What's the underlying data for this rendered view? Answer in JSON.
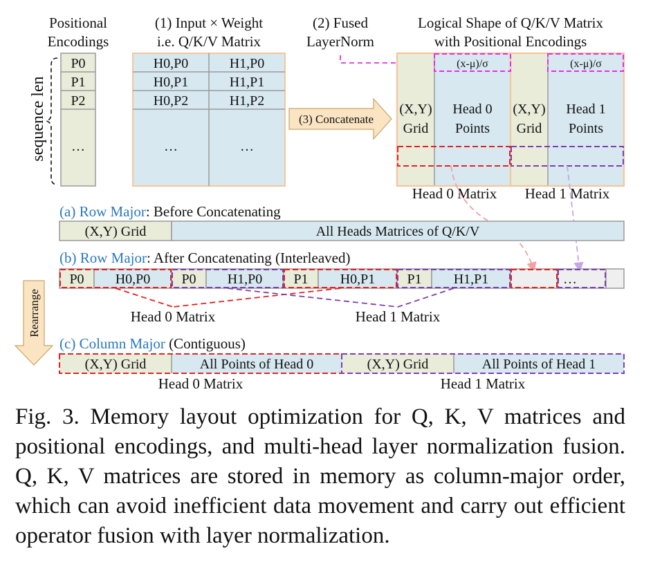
{
  "colors": {
    "blue_fill": "#d7e8f0",
    "beige_fill": "#e8ecd9",
    "orange_border": "#f3c79b",
    "gray_border": "#9a9a9a",
    "red_dash": "#e32222",
    "purple_dash": "#7c3fb1",
    "magenta_dash": "#e62ee6",
    "blue_text": "#2a78c0",
    "arrow_fill": "#fbe4c2"
  },
  "top": {
    "pos_enc_title": [
      "Positional",
      "Encodings"
    ],
    "seq_len_label": "sequence len",
    "pos_rows": [
      "P0",
      "P1",
      "P2",
      "…"
    ],
    "input_title": [
      "(1) Input × Weight",
      "i.e. Q/K/V Matrix"
    ],
    "input_rows": [
      [
        "H0,P0",
        "H1,P0"
      ],
      [
        "H0,P1",
        "H1,P1"
      ],
      [
        "H0,P2",
        "H1,P2"
      ],
      [
        "…",
        "…"
      ]
    ],
    "fused_title": [
      "(2) Fused",
      "LayerNorm"
    ],
    "concat_label": "(3) Concatenate",
    "logical_title": [
      "Logical Shape of Q/K/V Matrix",
      "with Positional Encodings"
    ],
    "norm_label": "(x-μ)/σ",
    "grid_label": [
      "(X,Y)",
      "Grid"
    ],
    "head0_points": [
      "Head 0",
      "Points"
    ],
    "head1_points": [
      "Head 1",
      "Points"
    ],
    "head0_matrix": "Head 0 Matrix",
    "head1_matrix": "Head 1 Matrix"
  },
  "section_a": {
    "tag": "(a)",
    "blue": "Row Major",
    "rest": ": Before Concatenating",
    "cells": [
      "(X,Y) Grid",
      "All Heads Matrices of Q/K/V"
    ]
  },
  "section_b": {
    "tag": "(b)",
    "blue": "Row Major",
    "rest": ": After Concatenating (Interleaved)",
    "cells": [
      "P0",
      "H0,P0",
      "P0",
      "H1,P0",
      "P1",
      "H0,P1",
      "P1",
      "H1,P1",
      "",
      "…",
      ""
    ],
    "head0_label": "Head 0 Matrix",
    "head1_label": "Head 1 Matrix"
  },
  "rearrange_label": "Rearrange",
  "section_c": {
    "tag": "(c)",
    "blue": "Column Major",
    "rest": " (Contiguous)",
    "cells": [
      "(X,Y) Grid",
      "All Points of Head 0",
      "(X,Y) Grid",
      "All Points of Head 1"
    ],
    "head0_label": "Head 0 Matrix",
    "head1_label": "Head 1 Matrix"
  },
  "caption": "Fig. 3. Memory layout optimization for Q, K, V matrices and positional encodings, and multi-head layer normalization fusion. Q, K, V matrices are stored in memory as column-major order, which can avoid inefficient data movement and carry out efficient operator fusion with layer normalization."
}
